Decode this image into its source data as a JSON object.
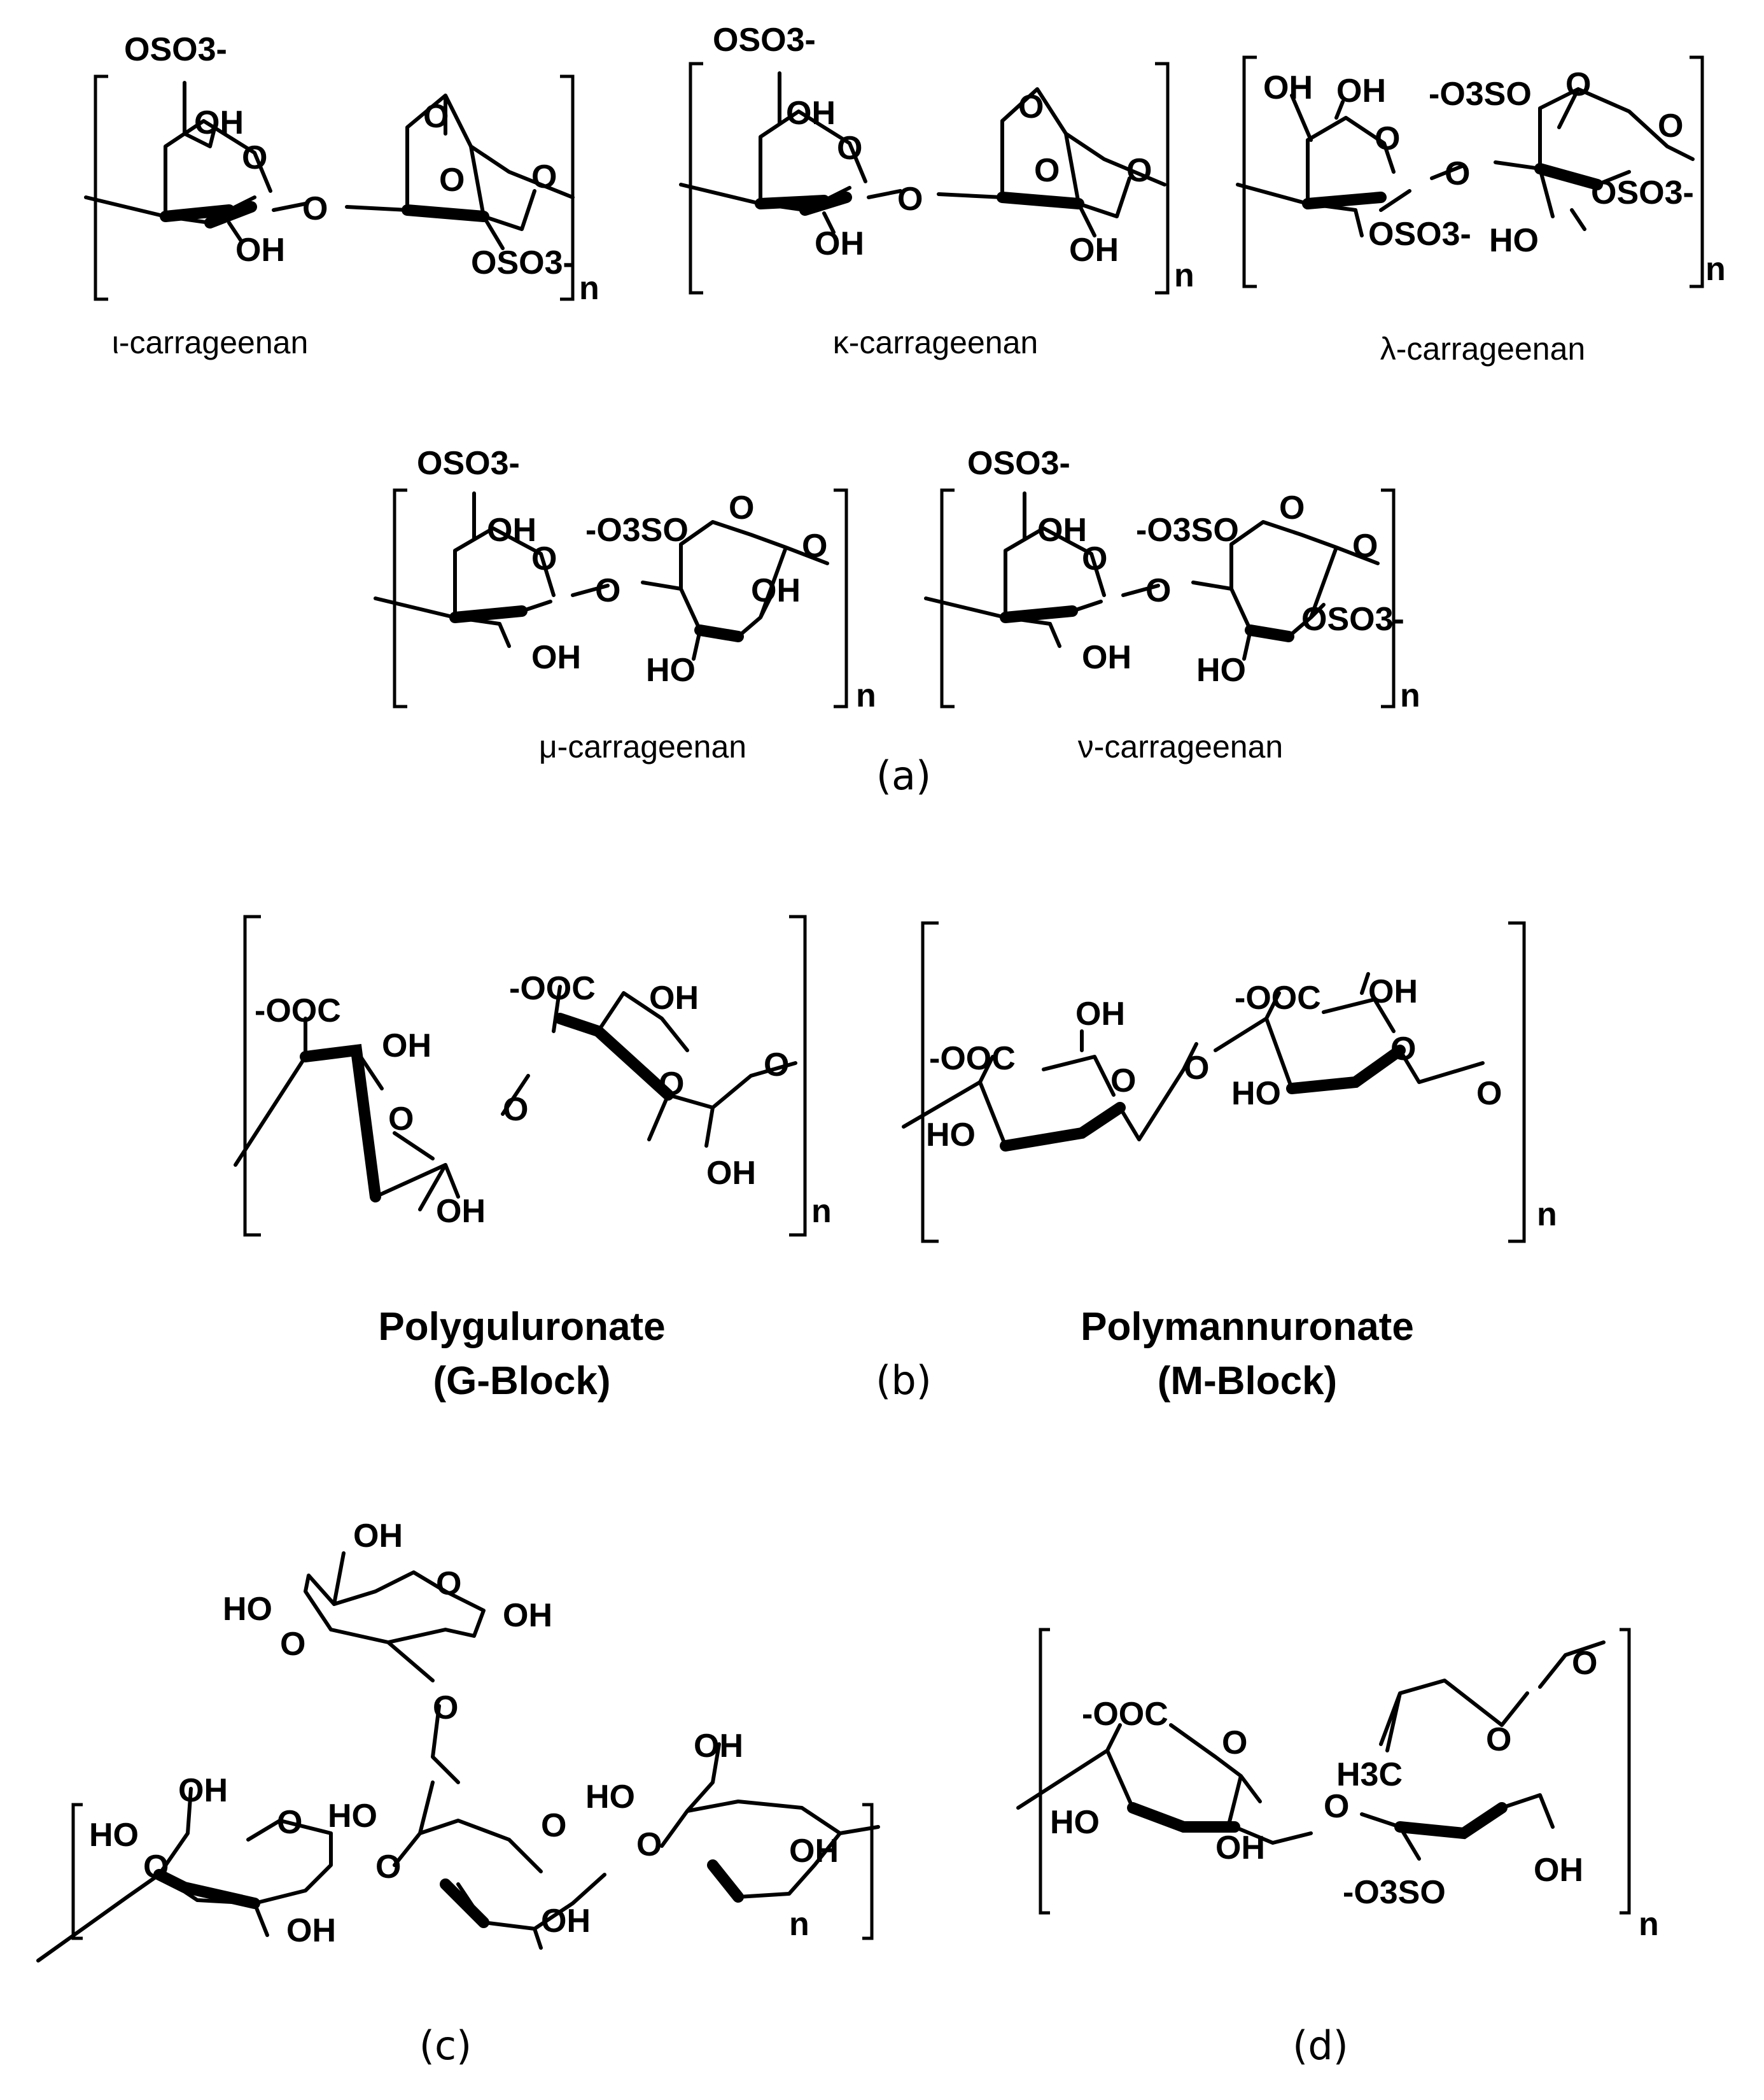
{
  "panel_a": {
    "label": "(a)",
    "iota": {
      "name": "ι-carrageenan",
      "atoms": [
        "OSO3-",
        "OH",
        "O",
        "O",
        "O",
        "O",
        "O",
        "OH",
        "OSO3-",
        "n"
      ]
    },
    "kappa": {
      "name": "κ-carrageenan",
      "atoms": [
        "OSO3-",
        "OH",
        "O",
        "O",
        "O",
        "O",
        "O",
        "OH",
        "OH",
        "n"
      ]
    },
    "lambda": {
      "name": "λ-carrageenan",
      "atoms": [
        "OH",
        "OH",
        "O",
        "-O3SO",
        "O",
        "O",
        "O",
        "OSO3-",
        "OSO3-",
        "HO",
        "n"
      ]
    },
    "mu": {
      "name": "μ-carrageenan",
      "atoms": [
        "OSO3-",
        "OH",
        "O",
        "O",
        "-O3SO",
        "O",
        "O",
        "OH",
        "OH",
        "HO",
        "n"
      ]
    },
    "nu": {
      "name": "ν-carrageenan",
      "atoms": [
        "OSO3-",
        "OH",
        "O",
        "O",
        "-O3SO",
        "O",
        "O",
        "OH",
        "OSO3-",
        "HO",
        "n"
      ]
    }
  },
  "panel_b": {
    "label": "(b)",
    "guluronate": {
      "name_line1": "Polyguluronate",
      "name_line2": "(G-Block)",
      "atoms": [
        "-OOC",
        "OH",
        "O",
        "OH",
        "O",
        "-OOC",
        "OH",
        "O",
        "OH",
        "O",
        "n"
      ]
    },
    "mannuronate": {
      "name_line1": "Polymannuronate",
      "name_line2": "(M-Block)",
      "atoms": [
        "-OOC",
        "OH",
        "O",
        "HO",
        "O",
        "-OOC",
        "OH",
        "O",
        "HO",
        "O",
        "n"
      ]
    }
  },
  "panel_c": {
    "label": "(c)",
    "atoms": [
      "OH",
      "HO",
      "O",
      "O",
      "OH",
      "O",
      "OH",
      "HO",
      "O",
      "O",
      "OH",
      "O",
      "HO",
      "O",
      "OH",
      "OH",
      "HO",
      "O",
      "OH",
      "n"
    ]
  },
  "panel_d": {
    "label": "(d)",
    "atoms": [
      "-OOC",
      "O",
      "HO",
      "OH",
      "O",
      "H3C",
      "O",
      "O",
      "-O3SO",
      "OH",
      "n"
    ]
  }
}
